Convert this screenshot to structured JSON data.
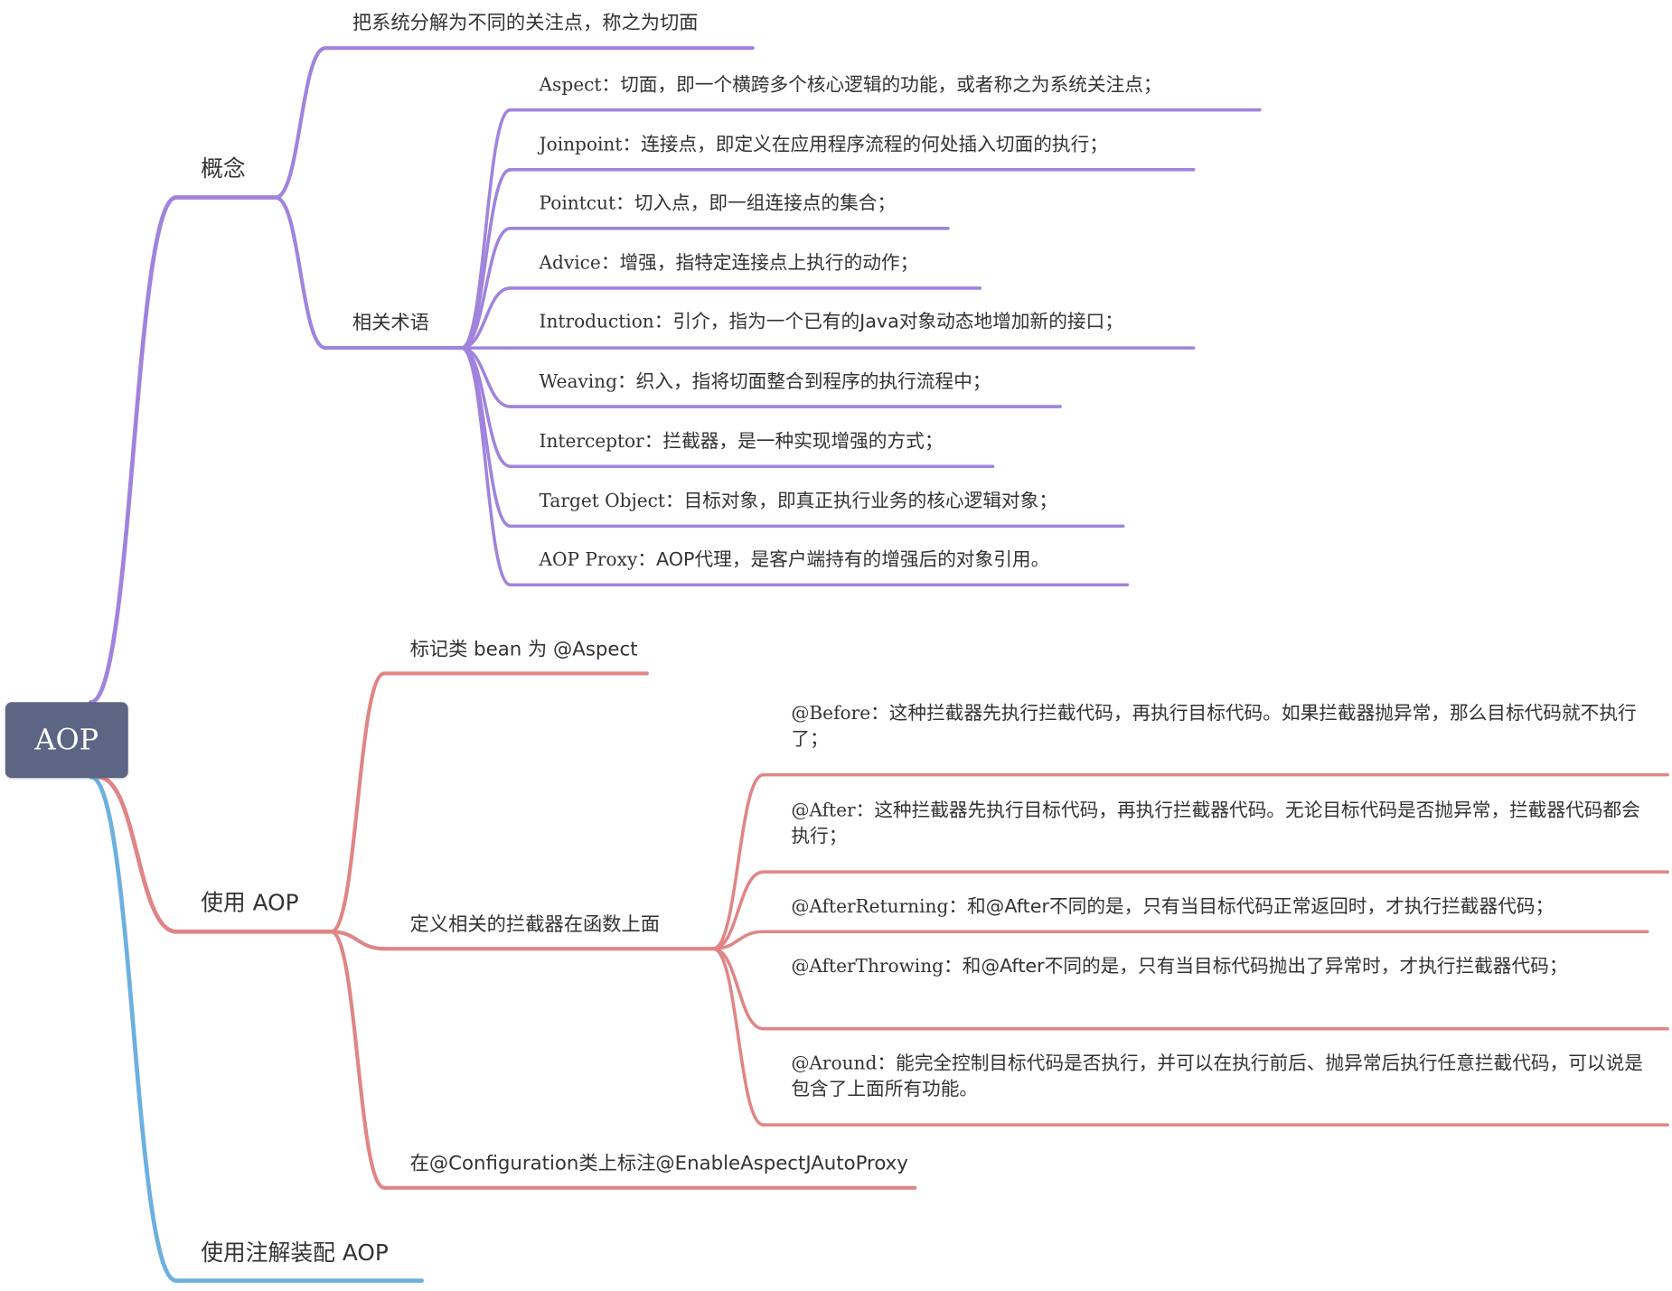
{
  "root": {
    "label": "AOP",
    "color": "#5c6584"
  },
  "branches": [
    {
      "label": "概念",
      "color": "#a083dd",
      "children": [
        {
          "text": "把系统分解为不同的关注点，称之为切面"
        },
        {
          "text": "相关术语",
          "children": [
            {
              "term": "Aspect",
              "desc": "切面，即一个横跨多个核心逻辑的功能，或者称之为系统关注点；"
            },
            {
              "term": "Joinpoint",
              "desc": "连接点，即定义在应用程序流程的何处插入切面的执行；"
            },
            {
              "term": "Pointcut",
              "desc": "切入点，即一组连接点的集合；"
            },
            {
              "term": "Advice",
              "desc": "增强，指特定连接点上执行的动作；"
            },
            {
              "term": "Introduction",
              "desc": "引介，指为一个已有的Java对象动态地增加新的接口；"
            },
            {
              "term": "Weaving",
              "desc": "织入，指将切面整合到程序的执行流程中；"
            },
            {
              "term": "Interceptor",
              "desc": "拦截器，是一种实现增强的方式；"
            },
            {
              "term": "Target Object",
              "desc": "目标对象，即真正执行业务的核心逻辑对象；"
            },
            {
              "term": "AOP Proxy",
              "desc": "AOP代理，是客户端持有的增强后的对象引用。"
            }
          ]
        }
      ]
    },
    {
      "label": "使用 AOP",
      "color": "#e08585",
      "children": [
        {
          "text": "标记类 bean 为 @Aspect"
        },
        {
          "text": "定义相关的拦截器在函数上面",
          "children": [
            {
              "term": "@Before",
              "desc": "这种拦截器先执行拦截代码，再执行目标代码。如果拦截器抛异常，那么目标代码就不执行了；"
            },
            {
              "term": "@After",
              "desc": "这种拦截器先执行目标代码，再执行拦截器代码。无论目标代码是否抛异常，拦截器代码都会执行；"
            },
            {
              "term": "@AfterReturning",
              "desc": "和@After不同的是，只有当目标代码正常返回时，才执行拦截器代码；"
            },
            {
              "term": "@AfterThrowing",
              "desc": "和@After不同的是，只有当目标代码抛出了异常时，才执行拦截器代码；"
            },
            {
              "term": "@Around",
              "desc": "能完全控制目标代码是否执行，并可以在执行前后、抛异常后执行任意拦截代码，可以说是包含了上面所有功能。"
            }
          ]
        },
        {
          "text": "在@Configuration类上标注@EnableAspectJAutoProxy"
        }
      ]
    },
    {
      "label": "使用注解装配 AOP",
      "color": "#6cb0e0",
      "children": []
    }
  ]
}
